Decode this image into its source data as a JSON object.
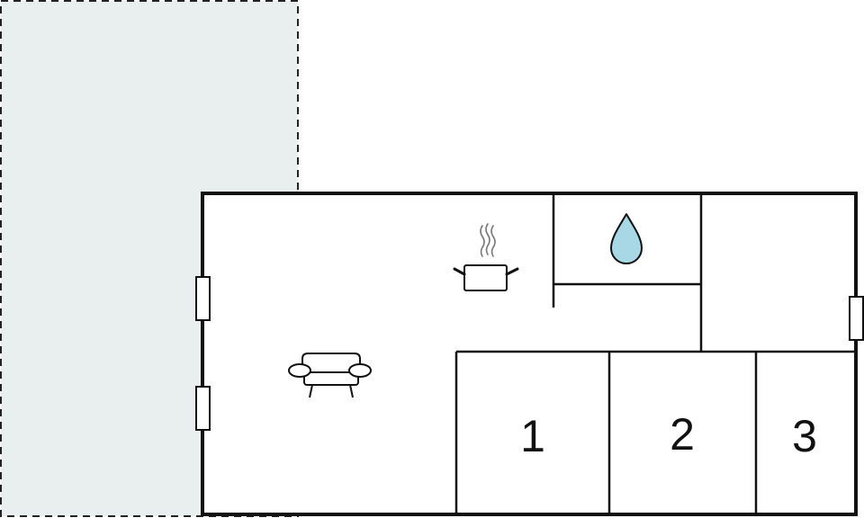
{
  "floorplan": {
    "rooms": [
      {
        "id": "bedroom-1",
        "label": "1"
      },
      {
        "id": "bedroom-2",
        "label": "2"
      },
      {
        "id": "bedroom-3",
        "label": "3"
      }
    ],
    "icons": [
      "kitchen-pot-icon",
      "bathroom-water-drop-icon",
      "living-room-sofa-icon",
      "window-icon"
    ],
    "colors": {
      "terrace_fill": "#e9eeee",
      "water_drop": "#a8d8e6",
      "wall": "#111111"
    }
  }
}
